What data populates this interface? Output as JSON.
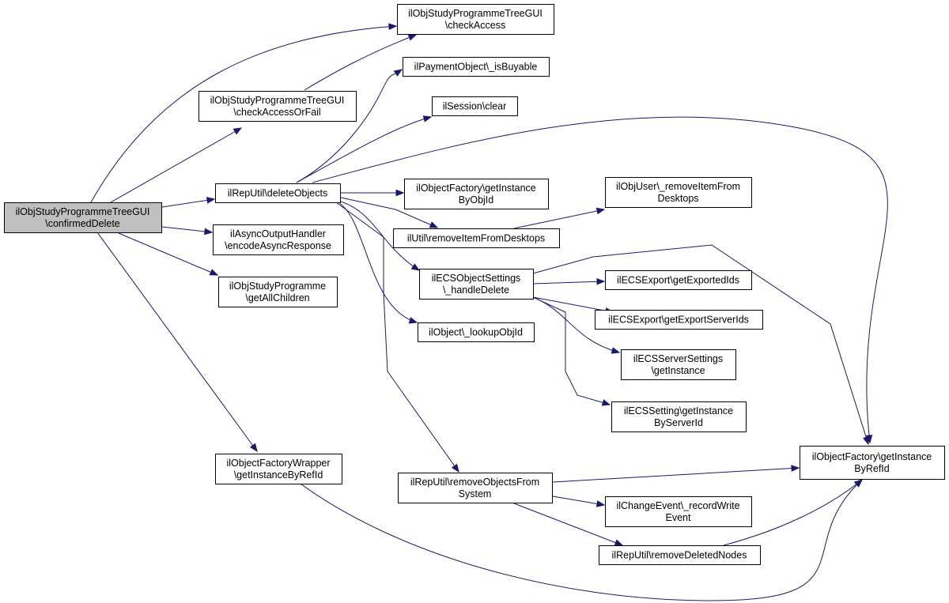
{
  "diagram": {
    "edge_color": "#191970",
    "root_fill": "#bfbfbf",
    "nodes": [
      {
        "id": "root",
        "lines": [
          "ilObjStudyProgrammeTreeGUI",
          "\\confirmedDelete"
        ],
        "root": true
      },
      {
        "id": "checkAccess",
        "lines": [
          "ilObjStudyProgrammeTreeGUI",
          "\\checkAccess"
        ]
      },
      {
        "id": "checkAccessOrFail",
        "lines": [
          "ilObjStudyProgrammeTreeGUI",
          "\\checkAccessOrFail"
        ]
      },
      {
        "id": "isBuyable",
        "lines": [
          "ilPaymentObject\\_isBuyable"
        ]
      },
      {
        "id": "sessionClear",
        "lines": [
          "ilSession\\clear"
        ]
      },
      {
        "id": "deleteObjects",
        "lines": [
          "ilRepUtil\\deleteObjects"
        ]
      },
      {
        "id": "getInstanceByObjId",
        "lines": [
          "ilObjectFactory\\getInstance",
          "ByObjId"
        ]
      },
      {
        "id": "removeItemFromDesktopsUser",
        "lines": [
          "ilObjUser\\_removeItemFrom",
          "Desktops"
        ]
      },
      {
        "id": "removeItemFromDesktops",
        "lines": [
          "ilUtil\\removeItemFromDesktops"
        ]
      },
      {
        "id": "encodeAsync",
        "lines": [
          "ilAsyncOutputHandler",
          "\\encodeAsyncResponse"
        ]
      },
      {
        "id": "getAllChildren",
        "lines": [
          "ilObjStudyProgramme",
          "\\getAllChildren"
        ]
      },
      {
        "id": "handleDelete",
        "lines": [
          "ilECSObjectSettings",
          "\\_handleDelete"
        ]
      },
      {
        "id": "getExportedIds",
        "lines": [
          "ilECSExport\\getExportedIds"
        ]
      },
      {
        "id": "getExportServerIds",
        "lines": [
          "ilECSExport\\getExportServerIds"
        ]
      },
      {
        "id": "lookupObjId",
        "lines": [
          "ilObject\\_lookupObjId"
        ]
      },
      {
        "id": "ecsServerSettings",
        "lines": [
          "ilECSServerSettings",
          "\\getInstance"
        ]
      },
      {
        "id": "ecsSetting",
        "lines": [
          "ilECSSetting\\getInstance",
          "ByServerId"
        ]
      },
      {
        "id": "factoryWrapper",
        "lines": [
          "ilObjectFactoryWrapper",
          "\\getInstanceByRefId"
        ]
      },
      {
        "id": "getInstanceByRefId",
        "lines": [
          "ilObjectFactory\\getInstance",
          "ByRefId"
        ]
      },
      {
        "id": "removeObjectsFromSystem",
        "lines": [
          "ilRepUtil\\removeObjectsFrom",
          "System"
        ]
      },
      {
        "id": "recordWriteEvent",
        "lines": [
          "ilChangeEvent\\_recordWrite",
          "Event"
        ]
      },
      {
        "id": "removeDeletedNodes",
        "lines": [
          "ilRepUtil\\removeDeletedNodes"
        ]
      }
    ],
    "edges": [
      {
        "from": "root",
        "to": "checkAccess"
      },
      {
        "from": "root",
        "to": "checkAccessOrFail"
      },
      {
        "from": "root",
        "to": "deleteObjects"
      },
      {
        "from": "root",
        "to": "encodeAsync"
      },
      {
        "from": "root",
        "to": "getAllChildren"
      },
      {
        "from": "root",
        "to": "factoryWrapper"
      },
      {
        "from": "checkAccessOrFail",
        "to": "checkAccess"
      },
      {
        "from": "deleteObjects",
        "to": "isBuyable"
      },
      {
        "from": "deleteObjects",
        "to": "sessionClear"
      },
      {
        "from": "deleteObjects",
        "to": "getInstanceByRefId"
      },
      {
        "from": "deleteObjects",
        "to": "getInstanceByObjId"
      },
      {
        "from": "deleteObjects",
        "to": "removeItemFromDesktops"
      },
      {
        "from": "deleteObjects",
        "to": "handleDelete"
      },
      {
        "from": "deleteObjects",
        "to": "lookupObjId"
      },
      {
        "from": "deleteObjects",
        "to": "removeObjectsFromSystem"
      },
      {
        "from": "removeItemFromDesktops",
        "to": "removeItemFromDesktopsUser"
      },
      {
        "from": "handleDelete",
        "to": "getInstanceByRefId"
      },
      {
        "from": "handleDelete",
        "to": "getExportedIds"
      },
      {
        "from": "handleDelete",
        "to": "getExportServerIds"
      },
      {
        "from": "handleDelete",
        "to": "ecsServerSettings"
      },
      {
        "from": "handleDelete",
        "to": "ecsSetting"
      },
      {
        "from": "factoryWrapper",
        "to": "getInstanceByRefId"
      },
      {
        "from": "removeObjectsFromSystem",
        "to": "getInstanceByRefId"
      },
      {
        "from": "removeObjectsFromSystem",
        "to": "recordWriteEvent"
      },
      {
        "from": "removeObjectsFromSystem",
        "to": "removeDeletedNodes"
      },
      {
        "from": "removeDeletedNodes",
        "to": "getInstanceByRefId"
      }
    ]
  }
}
